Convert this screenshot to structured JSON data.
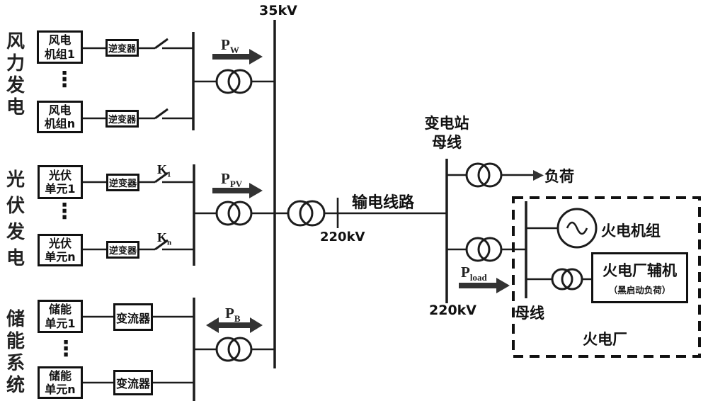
{
  "wind": {
    "group_label": "风力发电",
    "unit1_line1": "风电",
    "unit1_line2": "机组1",
    "unitn_line1": "风电",
    "unitn_line2": "机组n",
    "inverter_label": "逆变器",
    "ellipsis": "⋮",
    "power_label": {
      "base": "P",
      "sub": "W"
    }
  },
  "pv": {
    "group_label": "光伏发电",
    "unit1_line1": "光伏",
    "unit1_line2": "单元1",
    "unitn_line1": "光伏",
    "unitn_line2": "单元n",
    "inverter_label": "逆变器",
    "ellipsis": "⋮",
    "switch1": {
      "base": "K",
      "sub": "1"
    },
    "switchn": {
      "base": "K",
      "sub": "n"
    },
    "power_label": {
      "base": "P",
      "sub": "PV"
    }
  },
  "storage": {
    "group_label": "储能系统",
    "unit1_line1": "储能",
    "unit1_line2": "单元1",
    "unitn_line1": "储能",
    "unitn_line2": "单元n",
    "converter_label": "变流器",
    "ellipsis": "⋮",
    "power_label": {
      "base": "P",
      "sub": "B"
    }
  },
  "grid": {
    "bus_35kv": "35kV",
    "line_220kv": "220kV",
    "transmission_label": "输电线路",
    "substation_label_line1": "变电站",
    "substation_label_line2": "母线",
    "substation_220kv": "220kV",
    "load_label": "负荷",
    "power_label": {
      "base": "P",
      "sub": "load"
    }
  },
  "thermal": {
    "bus_label": "母线",
    "generator_label": "火电机组",
    "aux_label": "火电厂辅机",
    "aux_sublabel": "（黑启动负荷）",
    "plant_label": "火电厂"
  },
  "colors": {
    "ink": "#1c1c1c",
    "arrow": "#333333",
    "background": "#ffffff"
  }
}
